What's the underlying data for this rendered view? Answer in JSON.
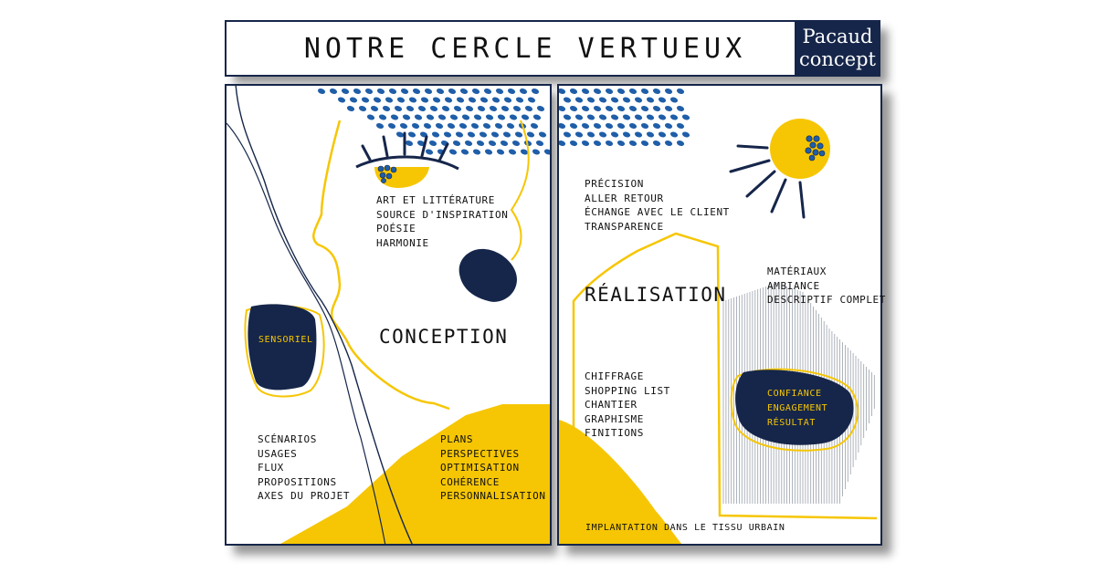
{
  "header": {
    "title": "NOTRE CERCLE VERTUEUX",
    "logo_line1": "Pacaud",
    "logo_line2": "concept"
  },
  "conception": {
    "heading": "CONCEPTION",
    "inspiration": [
      "ART ET LITTÉRATURE",
      "SOURCE D'INSPIRATION",
      "POÉSIE",
      "HARMONIE"
    ],
    "badge": "SENSORIEL",
    "scenarios": [
      "SCÉNARIOS",
      "USAGES",
      "FLUX",
      "PROPOSITIONS",
      "AXES DU PROJET"
    ],
    "plans": [
      "PLANS",
      "PERSPECTIVES",
      "OPTIMISATION",
      "COHÉRENCE",
      "PERSONNALISATION"
    ]
  },
  "realisation": {
    "heading": "RÉALISATION",
    "precision": [
      "PRÉCISION",
      "ALLER RETOUR",
      "ÉCHANGE AVEC LE CLIENT",
      "TRANSPARENCE"
    ],
    "materiaux": [
      "MATÉRIAUX",
      "AMBIANCE",
      "DESCRIPTIF COMPLET"
    ],
    "chiffrage": [
      "CHIFFRAGE",
      "SHOPPING LIST",
      "CHANTIER",
      "GRAPHISME",
      "FINITIONS"
    ],
    "badge": [
      "CONFIANCE",
      "ENGAGEMENT",
      "RÉSULTAT"
    ],
    "footer": "IMPLANTATION DANS LE TISSU URBAIN"
  },
  "colors": {
    "navy": "#16264a",
    "yellow": "#f6c604",
    "dot_blue": "#1f5ea8"
  }
}
